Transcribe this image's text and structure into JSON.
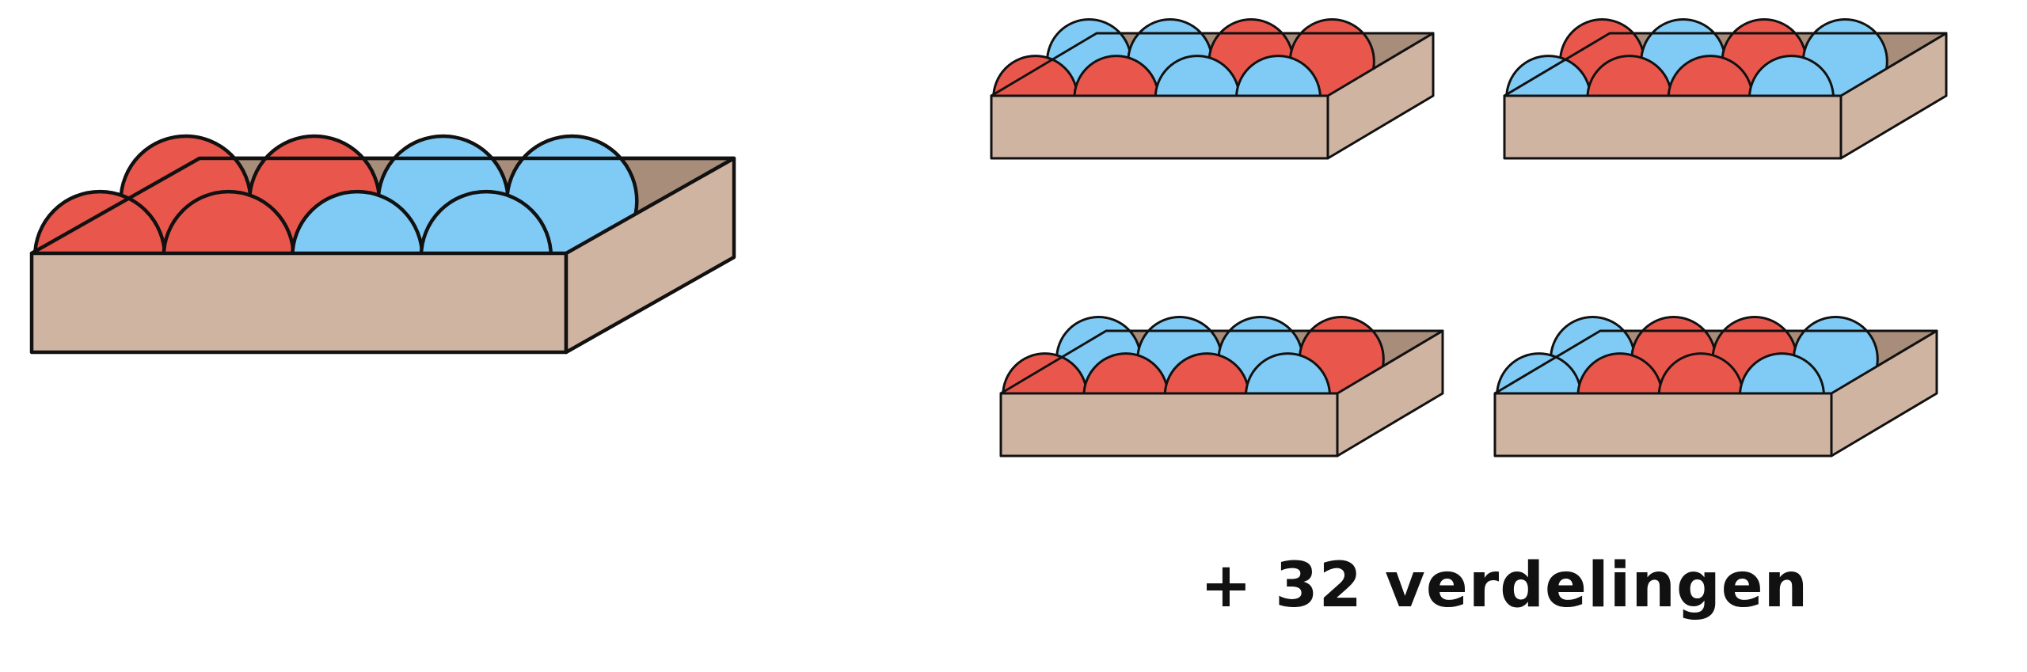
{
  "colors": {
    "red_ball": "#E9574C",
    "blue_ball": "#7FCBF5",
    "box_front": "#D0B4A2",
    "box_inner": "#A88D7B",
    "outline": "#111111"
  },
  "large_box": {
    "name": "example-distribution",
    "back_row": [
      "red",
      "red",
      "blue",
      "blue"
    ],
    "front_row": [
      "red",
      "red",
      "blue",
      "blue"
    ]
  },
  "small_boxes": [
    {
      "name": "distribution-1",
      "back_row": [
        "blue",
        "blue",
        "red",
        "red"
      ],
      "front_row": [
        "red",
        "red",
        "blue",
        "blue"
      ]
    },
    {
      "name": "distribution-2",
      "back_row": [
        "red",
        "blue",
        "red",
        "blue"
      ],
      "front_row": [
        "blue",
        "red",
        "red",
        "blue"
      ]
    },
    {
      "name": "distribution-3",
      "back_row": [
        "blue",
        "blue",
        "blue",
        "red"
      ],
      "front_row": [
        "red",
        "red",
        "red",
        "blue"
      ]
    },
    {
      "name": "distribution-4",
      "back_row": [
        "blue",
        "red",
        "red",
        "blue"
      ],
      "front_row": [
        "blue",
        "red",
        "red",
        "blue"
      ]
    }
  ],
  "caption": "+ 32 verdelingen"
}
